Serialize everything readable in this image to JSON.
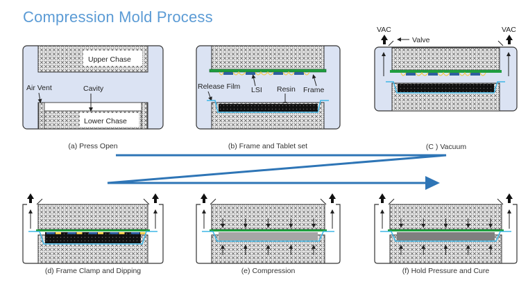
{
  "title": "Compression Mold Process",
  "colors": {
    "title": "#5b9bd5",
    "flow_arrow": "#2e75b6",
    "panel_fill": "#dbe3f3",
    "frame_green": "#1f9e3f",
    "lsi_blue": "#2e5f9e",
    "wire_yellow": "#f2c94c",
    "release_film": "#3fb6e6",
    "resin": "#111111",
    "cured_resin": "#7f7f7f",
    "compressed_resin": "#a6a6a6"
  },
  "panels": [
    {
      "id": "a",
      "caption": "(a) Press Open",
      "labels": {
        "upper_chase": "Upper Chase",
        "lower_chase": "Lower Chase",
        "air_vent": "Air Vent",
        "cavity": "Cavity"
      }
    },
    {
      "id": "b",
      "caption": "(b) Frame and Tablet set",
      "labels": {
        "release_film": "Release Film",
        "lsi": "LSI",
        "resin": "Resin",
        "frame": "Frame"
      }
    },
    {
      "id": "c",
      "caption": "(C ) Vacuum",
      "labels": {
        "vac_left": "VAC",
        "vac_right": "VAC",
        "valve": "Valve"
      }
    },
    {
      "id": "d",
      "caption": "(d) Frame Clamp and Dipping",
      "labels": {}
    },
    {
      "id": "e",
      "caption": "(e) Compression",
      "labels": {}
    },
    {
      "id": "f",
      "caption": "(f) Hold Pressure and Cure",
      "labels": {}
    }
  ]
}
